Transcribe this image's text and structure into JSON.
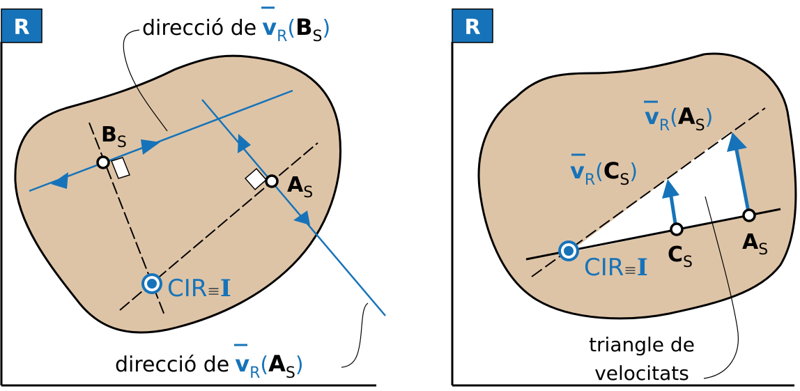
{
  "colors": {
    "body_fill": "#dec4a6",
    "accent_blue": "#1673b9",
    "outline": "#000000",
    "triangle_fill": "#ffffff"
  },
  "left_panel": {
    "frame_label": "R",
    "label_dir_B": {
      "prefix": "direcció de",
      "vec": "v",
      "vec_sub": "R",
      "open_paren": "(",
      "point": "B",
      "point_sub": "S",
      "close_paren": ")"
    },
    "label_dir_A": {
      "prefix": "direcció de",
      "vec": "v",
      "vec_sub": "R",
      "open_paren": "(",
      "point": "A",
      "point_sub": "S",
      "close_paren": ")"
    },
    "point_B": {
      "name": "B",
      "sub": "S"
    },
    "point_A": {
      "name": "A",
      "sub": "S"
    },
    "cir_label": {
      "main": "CIR",
      "equiv": "≡",
      "symbol": "I"
    }
  },
  "right_panel": {
    "frame_label": "R",
    "label_vA": {
      "vec": "v",
      "vec_sub": "R",
      "open_paren": "(",
      "point": "A",
      "point_sub": "S",
      "close_paren": ")"
    },
    "label_vC": {
      "vec": "v",
      "vec_sub": "R",
      "open_paren": "(",
      "point": "C",
      "point_sub": "S",
      "close_paren": ")"
    },
    "point_C": {
      "name": "C",
      "sub": "S"
    },
    "point_A": {
      "name": "A",
      "sub": "S"
    },
    "cir_label": {
      "main": "CIR",
      "equiv": "≡",
      "symbol": "I"
    },
    "triangle_caption": {
      "line1": "triangle de",
      "line2": "velocitats"
    }
  },
  "icons": {
    "frame_badge": "square-badge",
    "cir_marker": "target-circle-icon",
    "point_marker": "hollow-circle-icon",
    "right_angle": "right-angle-square-icon",
    "arrowhead": "triangle-arrowhead-icon"
  }
}
